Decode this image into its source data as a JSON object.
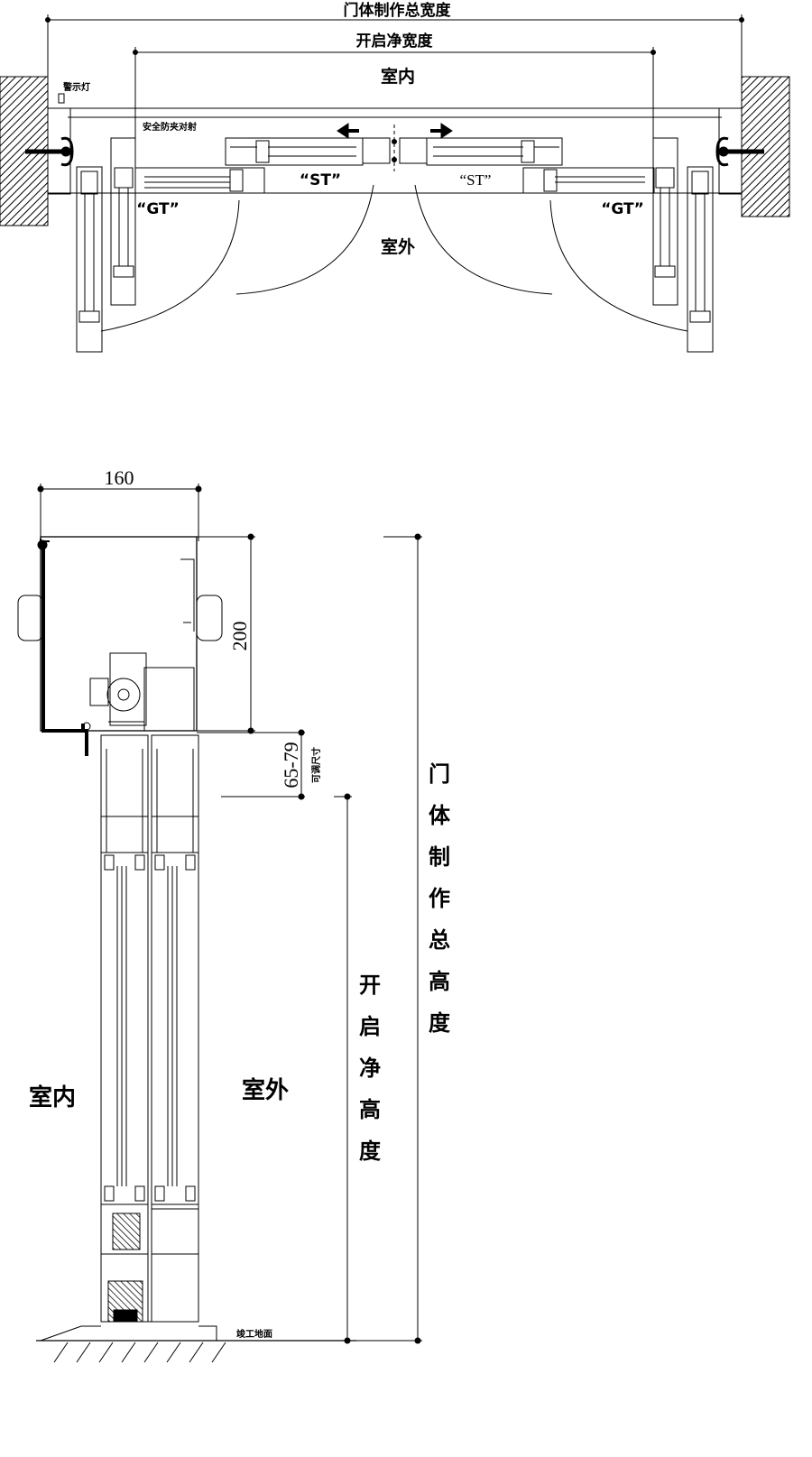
{
  "plan": {
    "total_width_label": "门体制作总宽度",
    "clear_width_label": "开启净宽度",
    "indoor_label": "室内",
    "outdoor_label": "室外",
    "warning_light_label": "警示灯",
    "safety_beam_label": "安全防夹对射",
    "st_left_label": "“ST”",
    "st_right_label": "“ST”",
    "gt_left_label": "“GT”",
    "gt_right_label": "“GT”"
  },
  "section": {
    "top_dim": "160",
    "header_dim": "200",
    "adjust_dim": "65-79",
    "adjust_note": "可调尺寸",
    "indoor_label": "室内",
    "outdoor_label": "室外",
    "floor_label": "竣工地面",
    "total_height_chars": [
      "门",
      "体",
      "制",
      "作",
      "总",
      "高",
      "度"
    ],
    "clear_height_chars": [
      "开",
      "启",
      "净",
      "高",
      "度"
    ]
  }
}
